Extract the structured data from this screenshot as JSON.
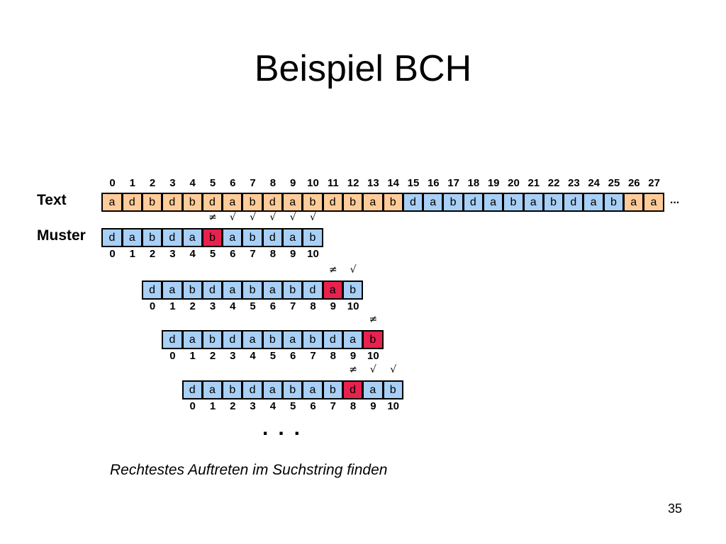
{
  "title": "Beispiel BCH",
  "labels": {
    "text": "Text",
    "pattern": "Muster"
  },
  "text_row": {
    "indices": [
      "0",
      "1",
      "2",
      "3",
      "4",
      "5",
      "6",
      "7",
      "8",
      "9",
      "10",
      "11",
      "12",
      "13",
      "14",
      "15",
      "16",
      "17",
      "18",
      "19",
      "20",
      "21",
      "22",
      "23",
      "24",
      "25",
      "26",
      "27"
    ],
    "cells": [
      "a",
      "d",
      "b",
      "d",
      "b",
      "d",
      "a",
      "b",
      "d",
      "a",
      "b",
      "d",
      "b",
      "a",
      "b",
      "d",
      "a",
      "b",
      "d",
      "a",
      "b",
      "a",
      "b",
      "d",
      "a",
      "b",
      "a",
      "a"
    ],
    "colors": [
      "peach",
      "peach",
      "peach",
      "peach",
      "peach",
      "peach",
      "peach",
      "peach",
      "peach",
      "peach",
      "peach",
      "peach",
      "peach",
      "peach",
      "peach",
      "blue",
      "blue",
      "blue",
      "blue",
      "blue",
      "blue",
      "blue",
      "blue",
      "blue",
      "blue",
      "blue",
      "peach",
      "peach"
    ],
    "trailing": "..."
  },
  "pattern_rows": [
    {
      "cells": [
        "d",
        "a",
        "b",
        "d",
        "a",
        "b",
        "a",
        "b",
        "d",
        "a",
        "b"
      ],
      "mismatch": 5,
      "indices": [
        "0",
        "1",
        "2",
        "3",
        "4",
        "5",
        "6",
        "7",
        "8",
        "9",
        "10"
      ],
      "marks": [
        {
          "pos": 5,
          "symbol": "≠"
        },
        {
          "pos": 6,
          "symbol": "√"
        },
        {
          "pos": 7,
          "symbol": "√"
        },
        {
          "pos": 8,
          "symbol": "√"
        },
        {
          "pos": 9,
          "symbol": "√"
        },
        {
          "pos": 10,
          "symbol": "√"
        }
      ]
    },
    {
      "cells": [
        "d",
        "a",
        "b",
        "d",
        "a",
        "b",
        "a",
        "b",
        "d",
        "a",
        "b"
      ],
      "mismatch": 9,
      "indices": [
        "0",
        "1",
        "2",
        "3",
        "4",
        "5",
        "6",
        "7",
        "8",
        "9",
        "10"
      ],
      "marks": [
        {
          "pos": 9,
          "symbol": "≠"
        },
        {
          "pos": 10,
          "symbol": "√"
        }
      ]
    },
    {
      "cells": [
        "d",
        "a",
        "b",
        "d",
        "a",
        "b",
        "a",
        "b",
        "d",
        "a",
        "b"
      ],
      "mismatch": 10,
      "indices": [
        "0",
        "1",
        "2",
        "3",
        "4",
        "5",
        "6",
        "7",
        "8",
        "9",
        "10"
      ],
      "marks": [
        {
          "pos": 10,
          "symbol": "≠"
        }
      ]
    },
    {
      "cells": [
        "d",
        "a",
        "b",
        "d",
        "a",
        "b",
        "a",
        "b",
        "d",
        "a",
        "b"
      ],
      "mismatch": 8,
      "indices": [
        "0",
        "1",
        "2",
        "3",
        "4",
        "5",
        "6",
        "7",
        "8",
        "9",
        "10"
      ],
      "marks": [
        {
          "pos": 8,
          "symbol": "≠"
        },
        {
          "pos": 9,
          "symbol": "√"
        },
        {
          "pos": 10,
          "symbol": "√"
        }
      ]
    }
  ],
  "ellipsis": "...",
  "caption": "Rechtestes Auftreten im Suchstring finden",
  "page_number": "35",
  "colors": {
    "text_cell": "#ffcc99",
    "pattern_cell": "#a8cff5",
    "mismatch_cell": "#e8214e",
    "border": "#000000"
  }
}
